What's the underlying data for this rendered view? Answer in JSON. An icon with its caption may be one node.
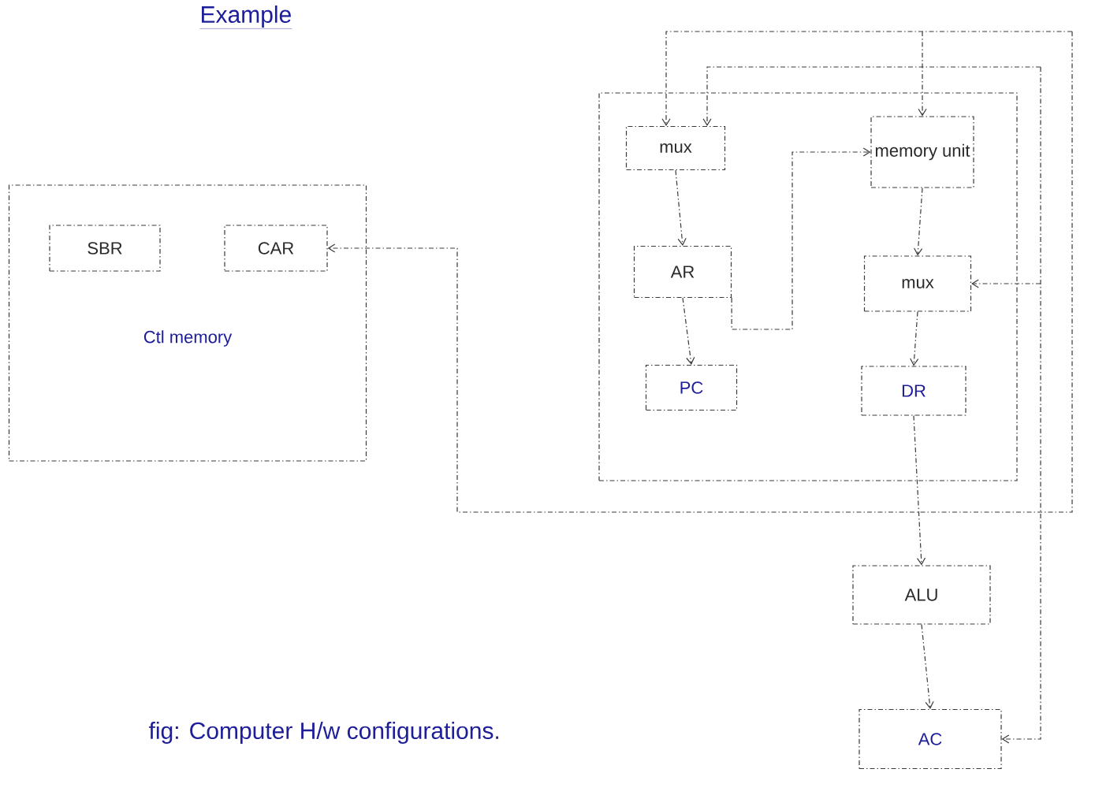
{
  "diagram": {
    "title": "Example",
    "caption": "fig: Computer H/w configurations.",
    "nodes": [
      {
        "text": [
          "Ctl memory"
        ]
      },
      {
        "text": [
          "SBR"
        ],
        "in": 0
      },
      {
        "text": [
          "CAR"
        ],
        "in": 0
      },
      {
        "text": [],
        "shape": "box"
      },
      {
        "text": [
          "mux"
        ],
        "in": 3
      },
      {
        "text": [
          "memory unit"
        ],
        "in": 3
      },
      {
        "text": [
          "AR"
        ],
        "in": 3
      },
      {
        "text": [
          "mux"
        ],
        "in": 3
      },
      {
        "text": [
          "PC"
        ],
        "in": 3
      },
      {
        "text": [
          "DR"
        ],
        "in": 3
      },
      {
        "text": [
          "ALU"
        ]
      },
      {
        "text": [
          "AC"
        ]
      }
    ],
    "edges": [
      {
        "from": 4,
        "to": 6,
        "arrow": "to"
      },
      {
        "from": 6,
        "to": 8,
        "arrow": "to"
      },
      {
        "from": 6,
        "to": 5,
        "arrow": "to"
      },
      {
        "from": 5,
        "to": 7,
        "arrow": "to"
      },
      {
        "from": 7,
        "to": 9,
        "arrow": "to"
      },
      {
        "from": 9,
        "to": 10,
        "arrow": "to"
      },
      {
        "from": 10,
        "to": 11,
        "arrow": "to"
      },
      {
        "from": null,
        "to": 4,
        "arrow": "to"
      },
      {
        "from": null,
        "to": 5,
        "arrow": "to"
      },
      {
        "from": null,
        "to": 2,
        "arrow": "to"
      },
      {
        "from": null,
        "to": 4,
        "arrow": "to"
      },
      {
        "from": null,
        "to": 7,
        "arrow": "to"
      },
      {
        "from": null,
        "to": 11,
        "arrow": "to"
      }
    ]
  }
}
